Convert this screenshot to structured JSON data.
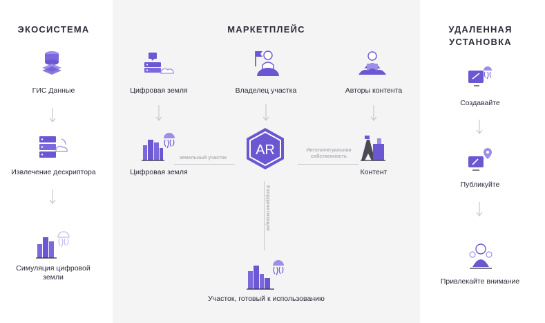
{
  "columns": {
    "ecosystem": {
      "title": "ЭКОСИСТЕМА",
      "items": [
        "ГИС Данные",
        "Извлечение дескриптора",
        "Симуляция цифровой земли"
      ]
    },
    "marketplace": {
      "title": "МАРКЕТПЛЕЙС",
      "top": [
        "Цифровая земля",
        "Владелец участка",
        "Авторы контента"
      ],
      "left_result": "Цифровая земля",
      "right_result": "Контент",
      "bottom_result": "Участок, готовый к использованию",
      "center_logo": "AR",
      "connector_left": "земельный участок",
      "connector_right": "Интеллектуальная собственность",
      "connector_down": "Координатизация"
    },
    "remote": {
      "title": "УДАЛЕННАЯ УСТАНОВКА",
      "items": [
        "Создавайте",
        "Публикуйте",
        "Привлекайте внимание"
      ]
    }
  },
  "colors": {
    "accent": "#6b57d2",
    "accent_light": "#9d8fe8",
    "line": "#c8c8cc",
    "panel": "#f4f4f5"
  }
}
